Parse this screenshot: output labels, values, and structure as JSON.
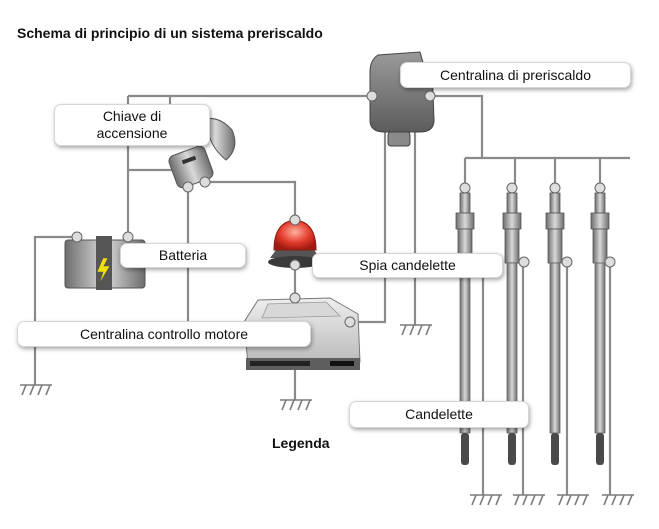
{
  "title": "Schema di principio di un sistema preriscaldo",
  "legend": "Legenda",
  "labels": {
    "centralina_preriscaldo": "Centralina di preriscaldo",
    "chiave_line1": "Chiave di",
    "chiave_line2": "accensione",
    "batteria": "Batteria",
    "spia": "Spia candelette",
    "centralina_motore": "Centralina controllo motore",
    "candelette": "Candelette"
  },
  "colors": {
    "wire": "#8a8a8a",
    "warning_lamp": "#e23a2a",
    "component_gray": "#7d7d7d",
    "label_bg": "#ffffff"
  }
}
